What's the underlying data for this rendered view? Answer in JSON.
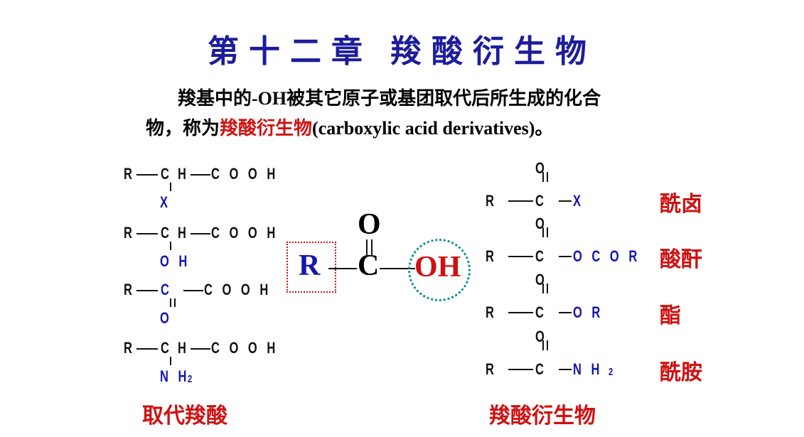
{
  "title": "第十二章  羧酸衍生物",
  "intro": {
    "line1": "羧基中的-OH被其它原子或基团取代后所生成的化合",
    "line2_prefix": "物，称为",
    "line2_highlight": "羧酸衍生物",
    "line2_suffix": "(carboxylic acid derivatives)。"
  },
  "left": {
    "rows": [
      {
        "r": "R",
        "c": "C",
        "h": "H",
        "tail": "C O O H",
        "sub": "X"
      },
      {
        "r": "R",
        "c": "C",
        "h": "H",
        "tail": "C O O H",
        "sub": "O H"
      },
      {
        "r": "R",
        "c": "C",
        "h": "",
        "tail": "C O O H",
        "sub": "O"
      },
      {
        "r": "R",
        "c": "C",
        "h": "H",
        "tail": "C O O H",
        "sub": "N H",
        "sub_index": "2"
      }
    ],
    "caption": "取代羧酸"
  },
  "center": {
    "r": "R",
    "c": "C",
    "o": "O",
    "oh": "OH",
    "colors": {
      "box": "#d01010",
      "circle": "#109090"
    }
  },
  "right": {
    "rows": [
      {
        "r": "R",
        "c": "C",
        "o": "O",
        "group": "X",
        "name": "酰卤"
      },
      {
        "r": "R",
        "c": "C",
        "o": "O",
        "group": "O C O R",
        "name": "酸酐"
      },
      {
        "r": "R",
        "c": "C",
        "o": "O",
        "group": "O R",
        "name": "酯"
      },
      {
        "r": "R",
        "c": "C",
        "o": "O",
        "group": "N H",
        "group_index": "2",
        "name": "酰胺"
      }
    ],
    "caption": "羧酸衍生物"
  }
}
